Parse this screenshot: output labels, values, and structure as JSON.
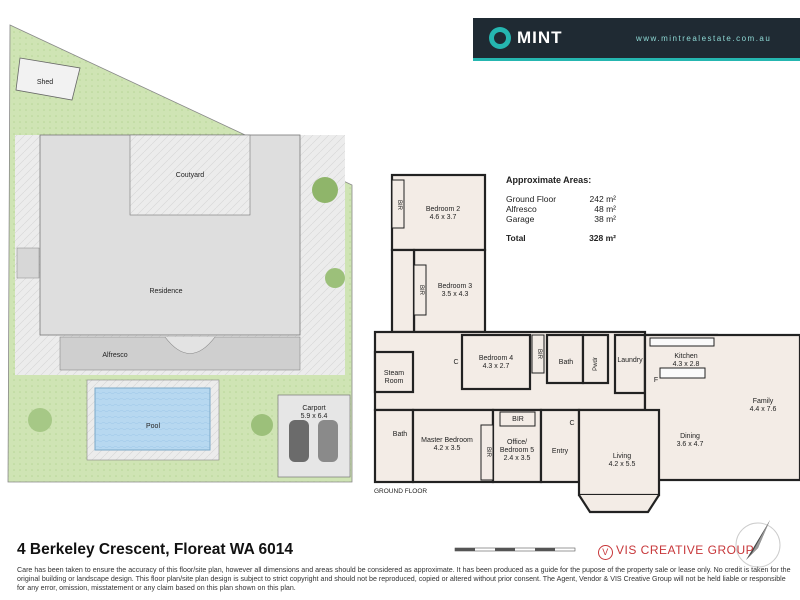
{
  "brand": {
    "name": "MINT",
    "url": "www.mintrealestate.com.au",
    "accent": "#25b6b0",
    "dark": "#1f2a33"
  },
  "site_plan": {
    "shed": "Shed",
    "courtyard": "Coutyard",
    "residence": "Residence",
    "alfresco": "Alfresco",
    "pool": "Pool",
    "carport": "Carport",
    "carport_dims": "5.9 x 6.4"
  },
  "rooms": {
    "bedroom2": {
      "name": "Bedroom 2",
      "dims": "4.6 x 3.7"
    },
    "bedroom3": {
      "name": "Bedroom 3",
      "dims": "3.5 x 4.3"
    },
    "bedroom4": {
      "name": "Bedroom 4",
      "dims": "4.3 x 2.7"
    },
    "master": {
      "name": "Master Bedroom",
      "dims": "4.2 x 3.5"
    },
    "office_line1": "Office/",
    "office_line2": "Bedroom 5",
    "office_dims": "2.4 x 3.5",
    "living": {
      "name": "Living",
      "dims": "4.2 x 5.5"
    },
    "dining": {
      "name": "Dining",
      "dims": "3.6 x 4.7"
    },
    "family": {
      "name": "Family",
      "dims": "4.4 x 7.6"
    },
    "kitchen": {
      "name": "Kitchen",
      "dims": "4.3 x 2.8"
    },
    "steam_line1": "Steam",
    "steam_line2": "Room",
    "bath": "Bath",
    "pwdr": "Pwdr",
    "laundry": "Laundry",
    "entry": "Entry",
    "bir": "BIR",
    "c": "C",
    "f": "F"
  },
  "areas": {
    "title": "Approximate Areas:",
    "rows": [
      {
        "label": "Ground Floor",
        "value": "242 m²"
      },
      {
        "label": "Alfresco",
        "value": "48 m²"
      },
      {
        "label": "Garage",
        "value": "38 m²"
      }
    ],
    "total_label": "Total",
    "total_value": "328 m²"
  },
  "floor_label": "GROUND FLOOR",
  "address": "4 Berkeley Crescent, Floreat WA 6014",
  "vis_group": "VIS CREATIVE GROUP",
  "vis_badge": "V",
  "disclaimer": "Care has been taken to ensure the accuracy of this floor/site plan, however all dimensions and areas should be considered as approximate. It has been produced as a guide for the pupose of the property sale or lease only. No credit is taken for the original building or landscape design. This floor plan/site plan design is subject to strict copyright and should not be reproduced, copied or altered without prior consent. The Agent, Vendor & VIS Creative Group will not be held liable or responsible for any error, omission, misstatement or any claim based on this plan shown on this plan."
}
